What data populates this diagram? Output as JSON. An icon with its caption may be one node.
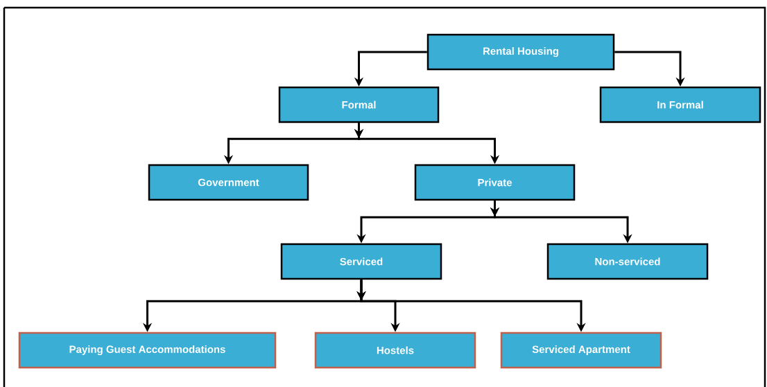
{
  "diagram": {
    "nodes": [
      {
        "text": [
          "Rental Housing"
        ]
      },
      {
        "text": [
          "Formal"
        ]
      },
      {
        "text": [
          "In Formal"
        ]
      },
      {
        "text": [
          "Government"
        ]
      },
      {
        "text": [
          "Private"
        ]
      },
      {
        "text": [
          "Serviced"
        ]
      },
      {
        "text": [
          "Non-serviced"
        ]
      },
      {
        "text": [
          "Paying Guest Accommodations"
        ]
      },
      {
        "text": [
          "Hostels"
        ]
      },
      {
        "text": [
          "Serviced Apartment"
        ]
      }
    ],
    "edges": [
      {
        "from": 0,
        "to": 1,
        "arrow": "to"
      },
      {
        "from": 0,
        "to": 2,
        "arrow": "to"
      },
      {
        "from": 1,
        "to": 3,
        "arrow": "to"
      },
      {
        "from": 1,
        "to": 4,
        "arrow": "to"
      },
      {
        "from": 4,
        "to": 5,
        "arrow": "to"
      },
      {
        "from": 4,
        "to": 6,
        "arrow": "to"
      },
      {
        "from": 5,
        "to": 7,
        "arrow": "to"
      },
      {
        "from": 5,
        "to": 8,
        "arrow": "to"
      },
      {
        "from": 5,
        "to": 9,
        "arrow": "to"
      }
    ]
  }
}
